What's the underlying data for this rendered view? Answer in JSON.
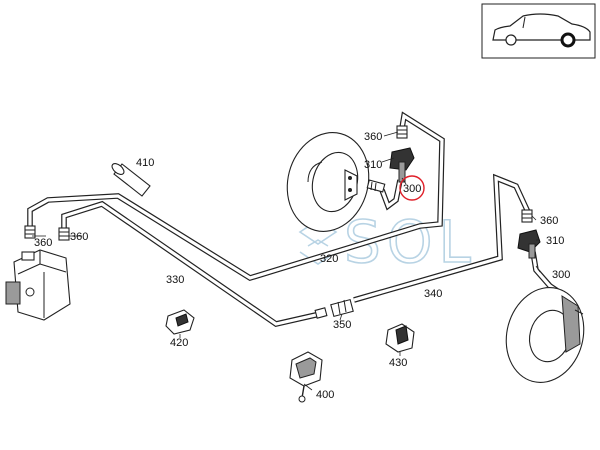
{
  "watermark": "SOL",
  "inset": {
    "icon": "car-side-view-icon"
  },
  "highlight": {
    "color": "#e0202a",
    "label_ref": "300"
  },
  "labels": {
    "p410": "410",
    "p360_top": "360",
    "p310_top": "310",
    "p300_top": "300",
    "p360_right": "360",
    "p310_right": "310",
    "p300_right": "300",
    "p360_left1": "360",
    "p360_left2": "360",
    "p320": "320",
    "p330": "330",
    "p340": "340",
    "p350": "350",
    "p420": "420",
    "p430": "430",
    "p400": "400"
  }
}
